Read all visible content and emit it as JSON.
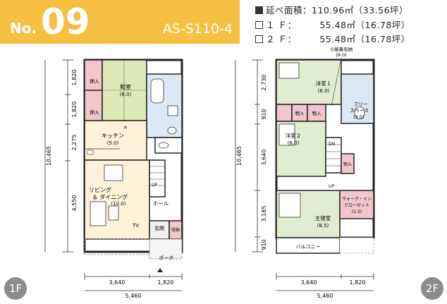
{
  "header": {
    "no_label": "No.",
    "no_number": "09",
    "model": "AS-S110-4"
  },
  "specs": {
    "total": "延べ面積：110.96㎡（33.56坪）",
    "f1": "１ Ｆ：　　　55.48㎡（16.78坪）",
    "f2": "２ Ｆ：　　　55.48㎡（16.78坪）"
  },
  "floor1": {
    "badge": "1F",
    "rooms": {
      "washitsu": "和室",
      "washitsu_size": "(6.0)",
      "oshiire1": "押入",
      "oshiire2": "押入",
      "kitchen": "キッチン",
      "kitchen_size": "(5.0)",
      "ldk1": "リビング",
      "ldk2": "＆ ダイニング",
      "ldk_size": "(10.0)",
      "hall": "ホール",
      "genkan": "玄関",
      "shuno": "収納",
      "porch": "ポーチ",
      "tv": "TV",
      "r": "R",
      "up": "UP"
    },
    "dims_left": [
      "1,820",
      "1,820",
      "2,275",
      "4,550"
    ],
    "dim_total_v": "10,465",
    "dims_bottom": [
      "3,640",
      "1,820"
    ],
    "dim_total_h": "5,460"
  },
  "floor2": {
    "badge": "2F",
    "rooms": {
      "attic1": "小屋裏収納",
      "attic_size": "(8.0)",
      "yoshitsu1": "洋室１",
      "yoshitsu1_size": "(6.0)",
      "free1": "フリー",
      "free2": "スペース",
      "free_size": "(3.0)",
      "nyu1": "物入",
      "nyu2": "物入",
      "nyu3": "物入",
      "yoshitsu2": "洋室２",
      "yoshitsu2_size": "(6.0)",
      "dn": "DN",
      "up": "UP",
      "master": "主寝室",
      "master_size": "(8.5)",
      "wic1": "ウォーク・イン",
      "wic2": "クローゼット",
      "wic_size": "(1.5)",
      "balcony": "バルコニー"
    },
    "dims_left": [
      "2,730",
      "910",
      "3,640",
      "3,185",
      "910"
    ],
    "dim_total_v": "10,465",
    "dims_bottom": [
      "3,640",
      "1,820"
    ],
    "dim_total_h": "5,460"
  }
}
